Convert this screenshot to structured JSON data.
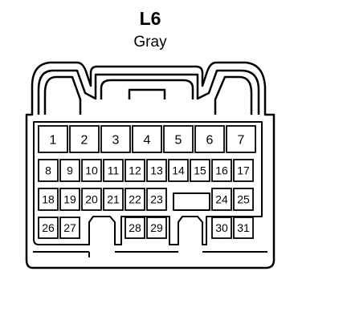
{
  "connector": {
    "code": "L6",
    "color": "Gray"
  },
  "pin_rows": [
    [
      "1",
      "2",
      "3",
      "4",
      "5",
      "6",
      "7"
    ],
    [
      "8",
      "9",
      "10",
      "11",
      "12",
      "13",
      "14",
      "15",
      "16",
      "17"
    ],
    [
      "18",
      "19",
      "20",
      "21",
      "22",
      "23",
      "24",
      "25"
    ],
    [
      "26",
      "27",
      "28",
      "29",
      "30",
      "31"
    ]
  ]
}
